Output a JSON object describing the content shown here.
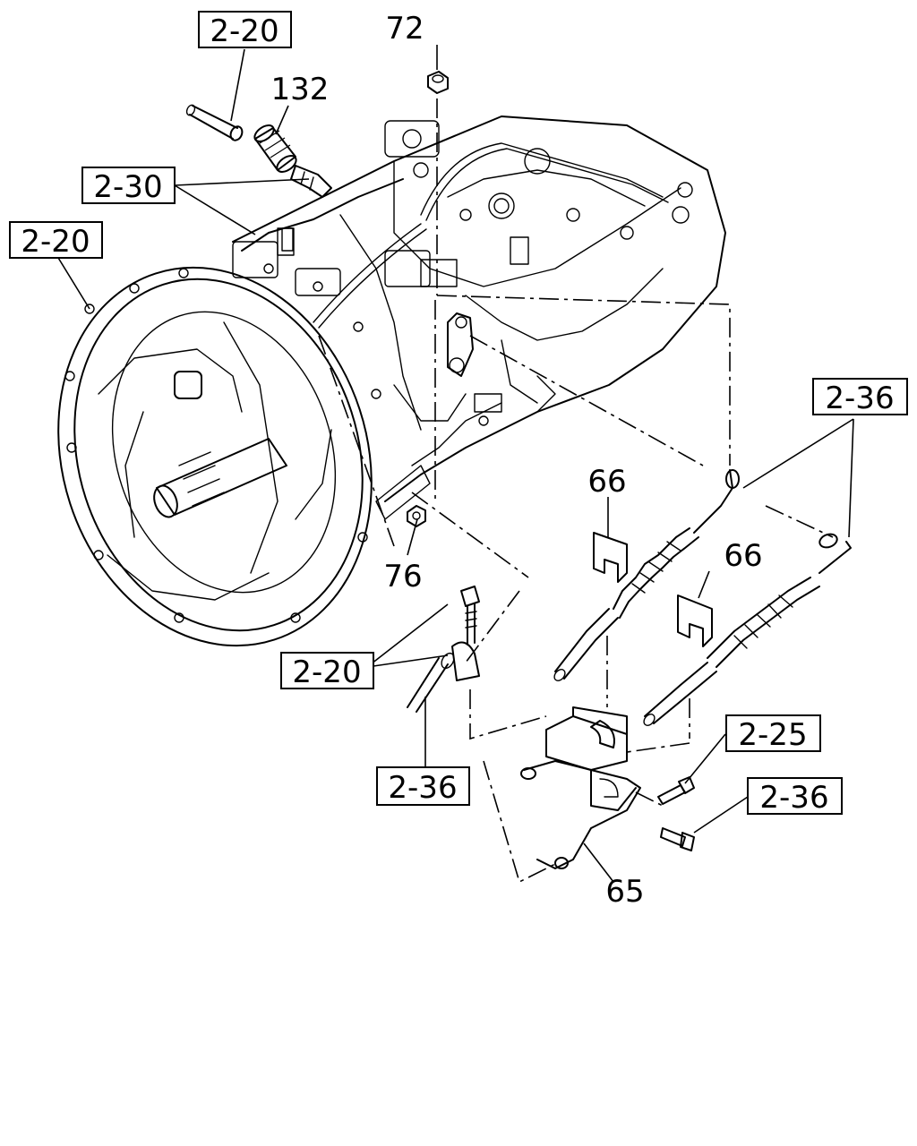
{
  "diagram": {
    "callouts": {
      "c72": "72",
      "c132": "132",
      "c76": "76",
      "c66a": "66",
      "c66b": "66",
      "c65": "65"
    },
    "refs": {
      "r220_top": "2-20",
      "r230": "2-30",
      "r220_left": "2-20",
      "r236_right": "2-36",
      "r220_mid": "2-20",
      "r236_mid": "2-36",
      "r225": "2-25",
      "r236_bottom": "2-36"
    }
  }
}
